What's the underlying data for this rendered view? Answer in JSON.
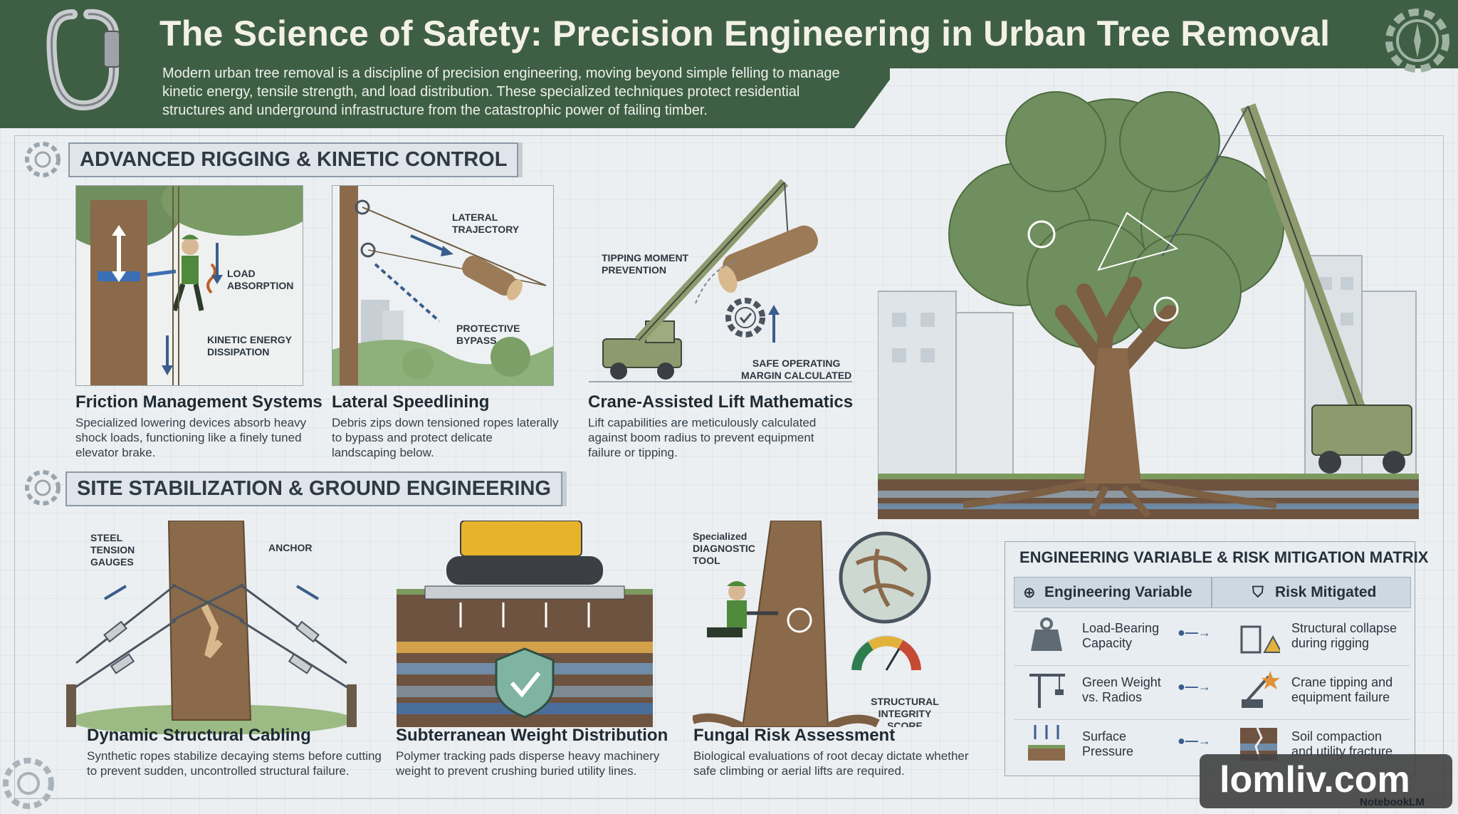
{
  "header": {
    "title": "The Science of Safety: Precision Engineering in Urban Tree Removal",
    "intro": "Modern urban tree removal is a discipline of precision engineering, moving beyond simple felling to manage kinetic energy, tensile strength, and load distribution. These specialized techniques protect residential structures and underground infrastructure from the catastrophic power of failing timber."
  },
  "section1": {
    "title": "ADVANCED RIGGING & KINETIC CONTROL",
    "panels": [
      {
        "labels": [
          "LOAD\nABSORPTION",
          "KINETIC ENERGY\nDISSIPATION"
        ],
        "title": "Friction Management Systems",
        "desc": "Specialized lowering devices absorb heavy shock loads, functioning like a finely tuned elevator brake."
      },
      {
        "labels": [
          "LATERAL\nTRAJECTORY",
          "PROTECTIVE\nBYPASS"
        ],
        "title": "Lateral Speedlining",
        "desc": "Debris zips down tensioned ropes laterally to bypass and protect delicate landscaping below."
      },
      {
        "labels": [
          "TIPPING MOMENT\nPREVENTION",
          "SAFE OPERATING\nMARGIN CALCULATED"
        ],
        "title": "Crane-Assisted Lift Mathematics",
        "desc": "Lift capabilities are meticulously calculated against boom radius to prevent equipment failure or tipping."
      }
    ]
  },
  "section2": {
    "title": "SITE STABILIZATION & GROUND ENGINEERING",
    "panels": [
      {
        "labels": [
          "STEEL\nTENSION\nGAUGES",
          "ANCHOR"
        ],
        "title": "Dynamic Structural Cabling",
        "desc": "Synthetic ropes stabilize decaying stems before cutting to prevent sudden, uncontrolled structural failure."
      },
      {
        "labels": [],
        "title": "Subterranean Weight Distribution",
        "desc": "Polymer tracking pads disperse heavy machinery weight to prevent crushing buried utility lines."
      },
      {
        "labels": [
          "Specialized\nDIAGNOSTIC\nTOOL",
          "STRUCTURAL\nINTEGRITY SCORE"
        ],
        "title": "Fungal Risk Assessment",
        "desc": "Biological evaluations of root decay dictate whether safe climbing or aerial lifts are required."
      }
    ]
  },
  "matrix": {
    "title": "ENGINEERING VARIABLE & RISK MITIGATION MATRIX",
    "col_variable": "Engineering Variable",
    "col_risk": "Risk Mitigated",
    "rows": [
      {
        "variable": "Load-Bearing\nCapacity",
        "risk": "Structural collapse\nduring rigging"
      },
      {
        "variable": "Green Weight\nvs. Radios",
        "risk": "Crane tipping and\nequipment failure"
      },
      {
        "variable": "Surface\nPressure",
        "risk": "Soil compaction\nand utility fracture"
      }
    ]
  },
  "watermark": "lomliv.com",
  "credit": "NotebookLM",
  "colors": {
    "header_green": "#3e5f44",
    "title_cream": "#f3f1e6",
    "foliage": "#6f8f5e",
    "trunk": "#8a6a4a",
    "crane": "#8c9a6e",
    "excavator": "#e8b22a"
  }
}
